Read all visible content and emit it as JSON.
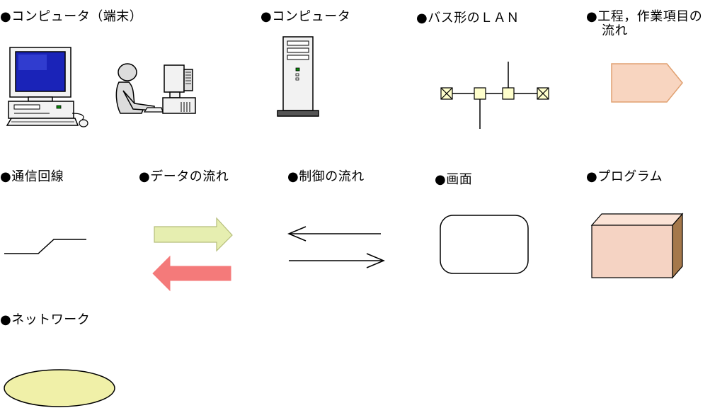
{
  "legend": {
    "computer_terminal": "●コンピュータ（端末）",
    "computer": "●コンピュータ",
    "bus_lan": "●バス形のＬＡＮ",
    "process_flow_line1": "●工程，作業項目の",
    "process_flow_line2": "流れ",
    "comm_line": "●通信回線",
    "data_flow": "●データの流れ",
    "control_flow": "●制御の流れ",
    "screen": "●画面",
    "program": "●プログラム",
    "network": "●ネットワーク"
  },
  "colors": {
    "monitor_screen": "#1a23b8",
    "chassis": "#f2f2f2",
    "bus_node": "#ffffcc",
    "process_fill": "#f8d5c0",
    "process_stroke": "#e0a070",
    "data_arrow_light": "#e6eeb0",
    "data_arrow_red": "#f47a7a",
    "program_front": "#f5d3c3",
    "program_side": "#a5784b",
    "network_fill": "#f0f0a8"
  }
}
